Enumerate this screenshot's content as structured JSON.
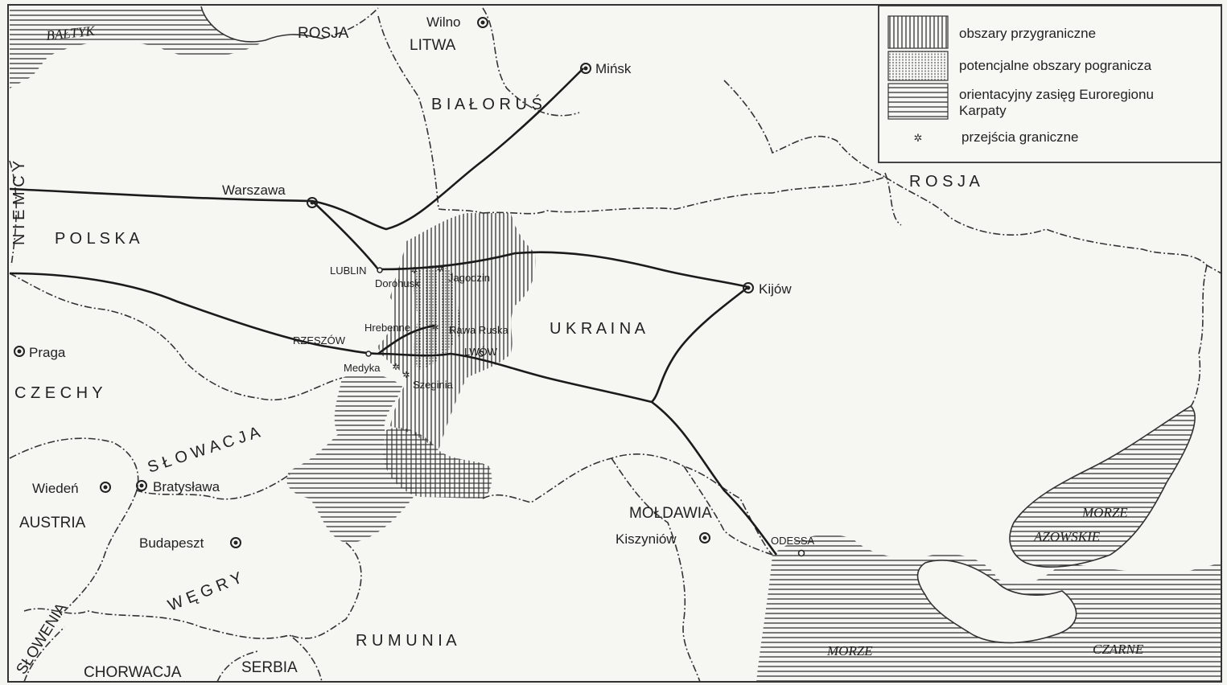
{
  "legend": {
    "items": [
      {
        "label": "obszary przygraniczne"
      },
      {
        "label": "potencjalne obszary pogranicza"
      },
      {
        "label_line1": "orientacyjny zasięg Euroregionu",
        "label_line2": "Karpaty"
      },
      {
        "label": "przejścia graniczne"
      }
    ]
  },
  "countries": {
    "poland": "P O L S K A",
    "russia_north": "ROSJA",
    "lithuania": "LITWA",
    "belarus": "B I A Ł O R U Ś",
    "germany": "N I E M C Y",
    "russia_east": "R O S J A",
    "ukraine": "U K R A I N A",
    "czech": "C Z E C H Y",
    "slovakia": "S Ł O W A C J A",
    "austria": "AUSTRIA",
    "hungary": "W Ę G R Y",
    "moldova": "MOŁDAWIA",
    "romania": "R U M U N I A",
    "slovenia": "SŁOWENIA",
    "croatia": "CHORWACJA",
    "serbia": "SERBIA"
  },
  "cities": {
    "wilno": "Wilno",
    "minsk": "Mińsk",
    "warszawa": "Warszawa",
    "kijow": "Kijów",
    "praga": "Praga",
    "wieden": "Wiedeń",
    "bratyslawa": "Bratysława",
    "budapeszt": "Budapeszt",
    "kiszyniow": "Kiszyniów",
    "odessa": "ODESSA",
    "lublin": "LUBLIN",
    "dorohusk": "Dorohusk",
    "jagodzin": "Jagodzin",
    "hrebenne": "Hrebenne",
    "rawa_ruska": "Rawa Ruska",
    "rzeszow": "RZESZÓW",
    "lwow": "LWÓW",
    "medyka": "Medyka",
    "szeginia": "Szeginia"
  },
  "seas": {
    "baltyk": "BAŁTYK",
    "azowskie_1": "MORZE",
    "azowskie_2": "AZOWSKIE",
    "czarne_1": "MORZE",
    "czarne_2": "CZARNE"
  }
}
